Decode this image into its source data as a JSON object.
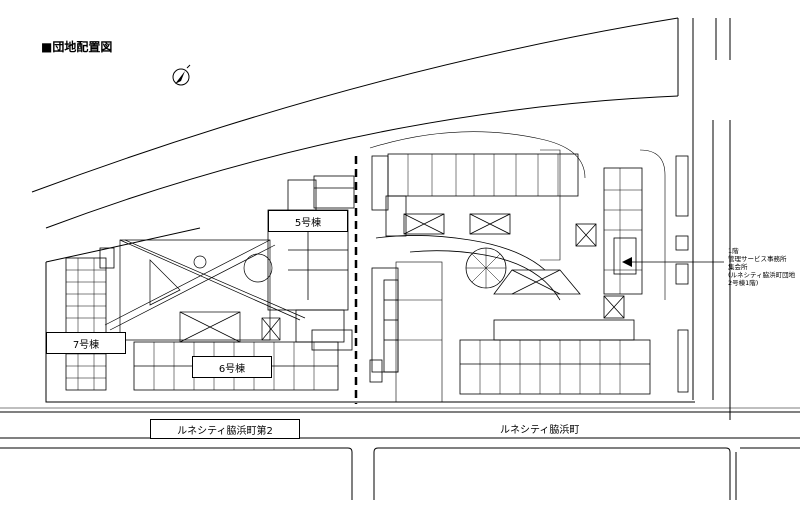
{
  "title": "■団地配置図",
  "building_labels": {
    "b5": "5号棟",
    "b6": "6号棟",
    "b7": "7号棟"
  },
  "area_labels": {
    "west": "ルネシティ脇浜町第2",
    "east": "ルネシティ脇浜町"
  },
  "facility_note": {
    "line1": "1階",
    "line2": "管理サービス事務所",
    "line3": "集会所",
    "line4": "(ルネシティ脇浜町団地",
    "line5": "2号棟1階)"
  },
  "icons": {
    "north": "north-arrow-icon",
    "pointer": "arrow-left-icon"
  }
}
